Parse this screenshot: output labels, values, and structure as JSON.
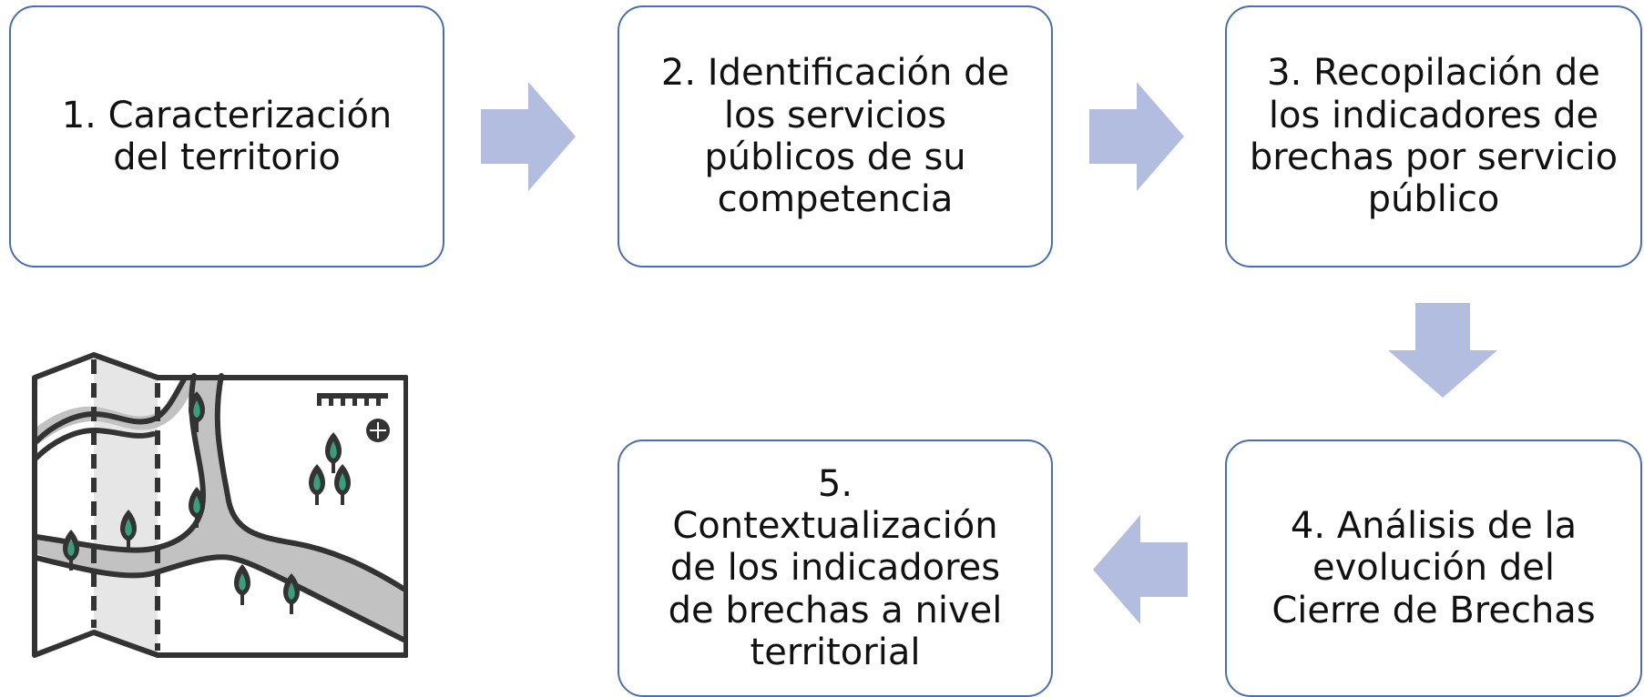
{
  "steps": [
    {
      "id": 1,
      "text": "1. Caracterización del territorio"
    },
    {
      "id": 2,
      "text": "2. Identificación de los servicios públicos de su competencia"
    },
    {
      "id": 3,
      "text": "3. Recopilación de los indicadores de brechas por servicio público"
    },
    {
      "id": 4,
      "text": "4. Análisis de la evolución del Cierre de Brechas"
    },
    {
      "id": 5,
      "text": "5. Contextualización de los indicadores de brechas a nivel territorial"
    }
  ],
  "colors": {
    "box_border": "#4a6fb0",
    "arrow": "#b2bde0",
    "map_outline": "#333333",
    "map_river": "#c2c2c2",
    "map_strip": "#e6e6e6",
    "tree": "#3a9e7a"
  },
  "icons": [
    "map-icon",
    "tree-icon",
    "compass-icon",
    "scale-bar-icon"
  ]
}
